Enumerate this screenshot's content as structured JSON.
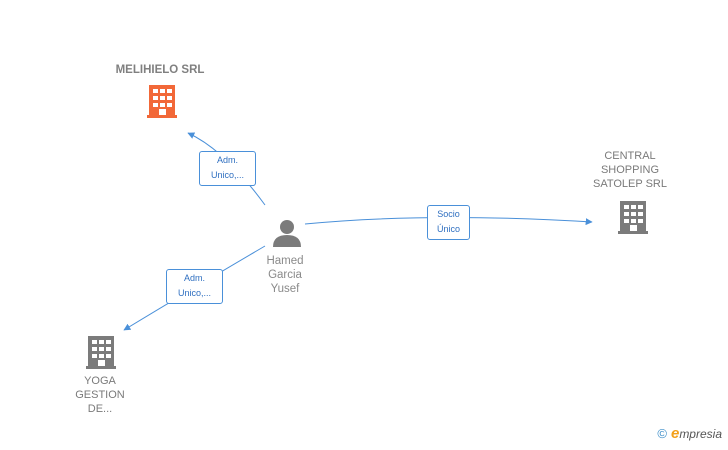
{
  "nodes": {
    "melihielo": {
      "label": "MELIHIELO SRL",
      "icon": "building-icon",
      "color": "#f26838"
    },
    "central": {
      "lines": [
        "CENTRAL",
        "SHOPPING",
        "SATOLEP SRL"
      ],
      "icon": "building-icon",
      "color": "#7b7b7b"
    },
    "yoga": {
      "lines": [
        "YOGA",
        "GESTION",
        "DE..."
      ],
      "icon": "building-icon",
      "color": "#7b7b7b"
    },
    "person": {
      "lines": [
        "Hamed",
        "Garcia",
        "Yusef"
      ],
      "icon": "person-icon",
      "color": "#7b7b7b"
    }
  },
  "edges": {
    "to_melihielo": {
      "lines": [
        "Adm.",
        "Unico,..."
      ]
    },
    "to_central": {
      "lines": [
        "Socio",
        "Único"
      ]
    },
    "to_yoga": {
      "lines": [
        "Adm.",
        "Unico,..."
      ]
    }
  },
  "colors": {
    "edge": "#4a90d9",
    "edge_text": "#2f6fc0"
  },
  "brand": {
    "copyright": "©",
    "initial": "e",
    "rest": "mpresia"
  }
}
